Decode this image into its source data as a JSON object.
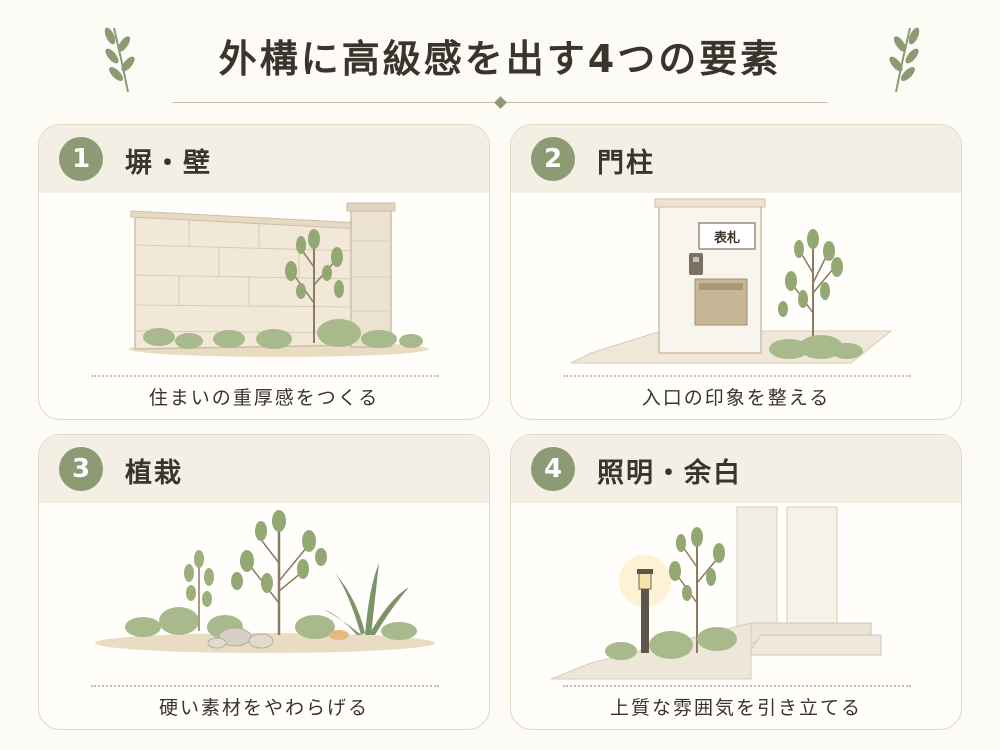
{
  "title": "外構に高級感を出す4つの要素",
  "colors": {
    "accent_green": "#8c9b74",
    "header_beige": "#f4efe4",
    "card_border": "#e2d7c2",
    "background": "#fdfbf6"
  },
  "cards": [
    {
      "number": "1",
      "title": "塀・壁",
      "caption": "住まいの重厚感をつくる",
      "icon": "stone-wall-illustration"
    },
    {
      "number": "2",
      "title": "門柱",
      "caption": "入口の印象を整える",
      "icon": "gate-pillar-illustration",
      "nameplate": "表札"
    },
    {
      "number": "3",
      "title": "植栽",
      "caption": "硬い素材をやわらげる",
      "icon": "planting-illustration"
    },
    {
      "number": "4",
      "title": "照明・余白",
      "caption": "上質な雰囲気を引き立てる",
      "icon": "lighting-space-illustration"
    }
  ]
}
